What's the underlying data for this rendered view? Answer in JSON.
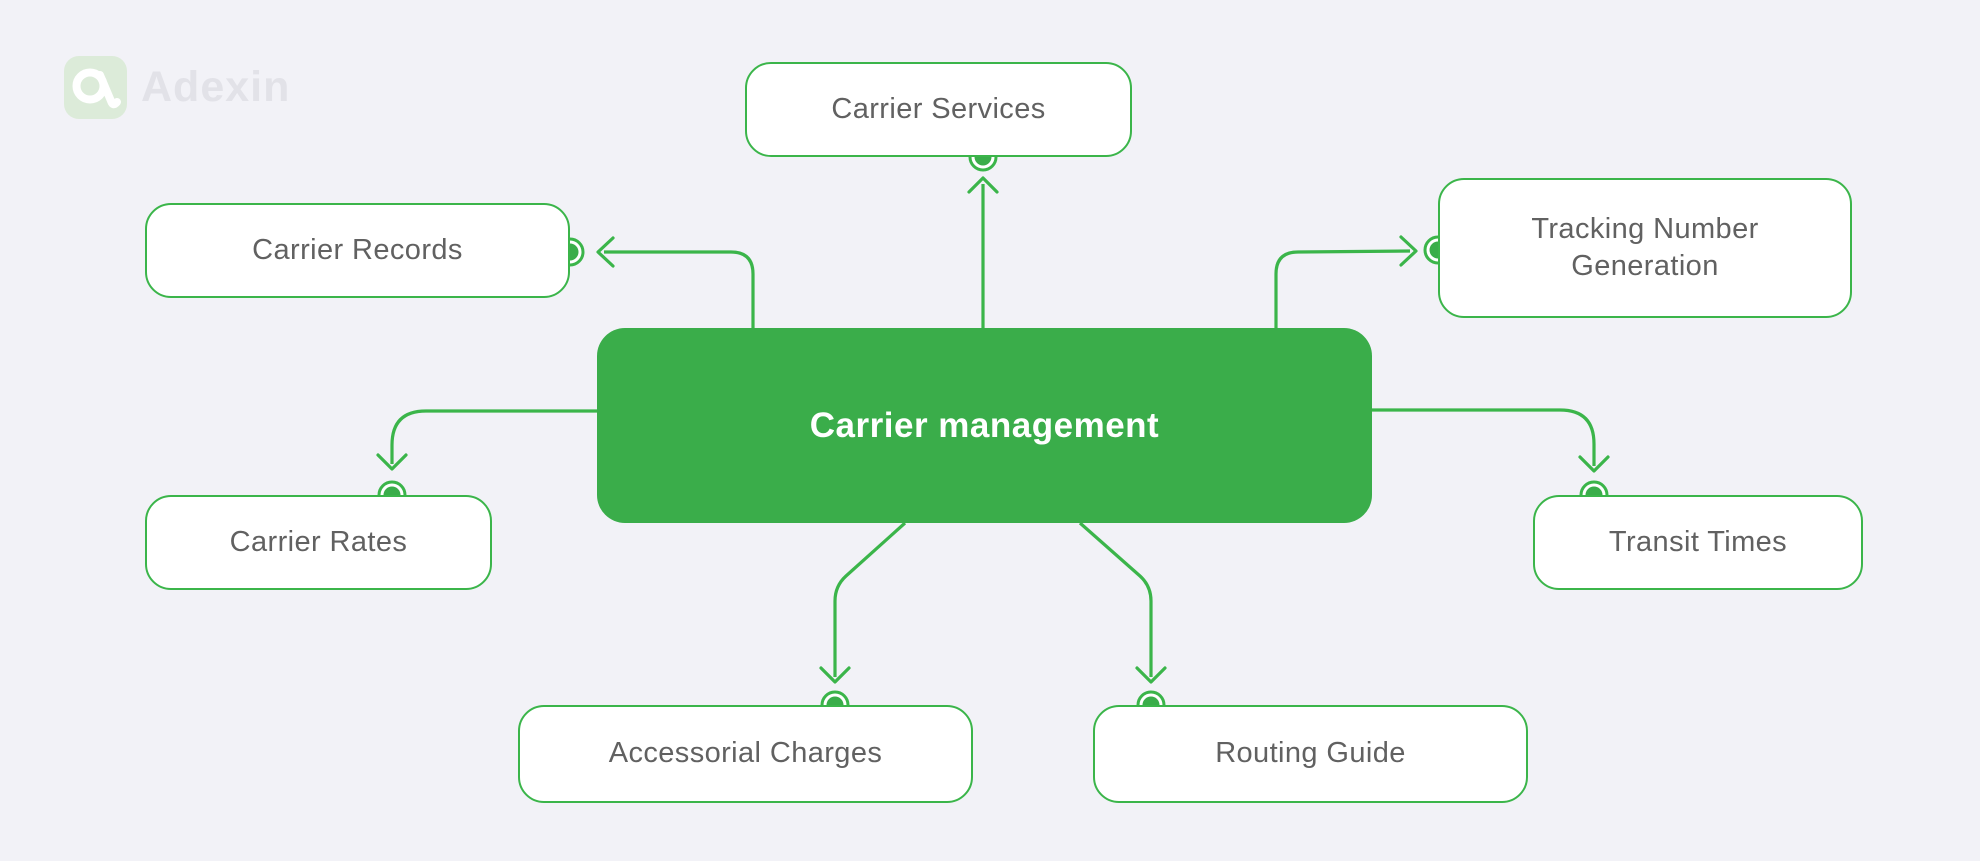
{
  "app": {
    "background": "#f2f2f7"
  },
  "logo": {
    "brand": "Adexin"
  },
  "colors": {
    "connector_green": "#3bb54a",
    "hub_green": "#3aad4a",
    "node_border_green": "#3bb54a",
    "node_text_gray": "#616161",
    "watermark_gray": "#e2e2e8",
    "logo_tile_green": "#dcebd9"
  },
  "center_node": {
    "label": "Carrier management"
  },
  "nodes": [
    {
      "id": "carrier-services",
      "label": "Carrier Services"
    },
    {
      "id": "carrier-records",
      "label": "Carrier Records"
    },
    {
      "id": "tracking-number-generation",
      "label": "Tracking Number Generation"
    },
    {
      "id": "carrier-rates",
      "label": "Carrier Rates"
    },
    {
      "id": "transit-times",
      "label": "Transit Times"
    },
    {
      "id": "accessorial-charges",
      "label": "Accessorial Charges"
    },
    {
      "id": "routing-guide",
      "label": "Routing Guide"
    }
  ]
}
